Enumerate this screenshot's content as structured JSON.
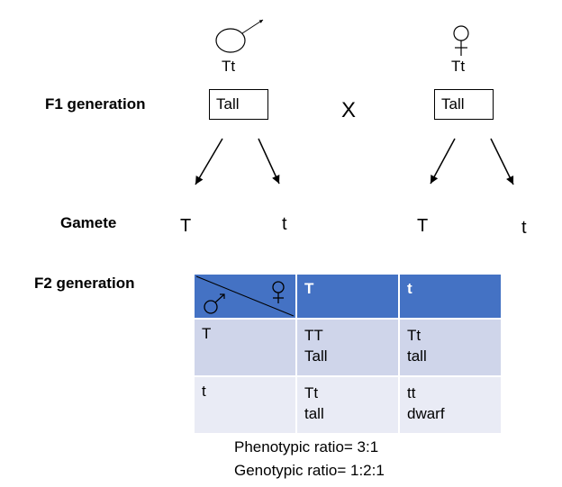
{
  "parents": {
    "male": {
      "genotype": "Tt",
      "phenotype": "Tall"
    },
    "female": {
      "genotype": "Tt",
      "phenotype": "Tall"
    },
    "cross_symbol": "X"
  },
  "labels": {
    "f1": "F1 generation",
    "gamete": "Gamete",
    "f2": "F2 generation"
  },
  "gametes": {
    "male": [
      "T",
      "t"
    ],
    "female": [
      "T",
      "t"
    ]
  },
  "punnett": {
    "header": [
      "T",
      "t"
    ],
    "rows": [
      {
        "gamete": "T",
        "cells": [
          {
            "genotype": "TT",
            "phenotype": "Tall"
          },
          {
            "genotype": "Tt",
            "phenotype": "tall"
          }
        ]
      },
      {
        "gamete": "t",
        "cells": [
          {
            "genotype": "Tt",
            "phenotype": "tall"
          },
          {
            "genotype": "tt",
            "phenotype": "dwarf"
          }
        ]
      }
    ],
    "colors": {
      "header": "#4472c4",
      "row1": "#cfd5ea",
      "row2": "#e9ebf5"
    }
  },
  "ratios": {
    "phenotypic": "Phenotypic ratio= 3:1",
    "genotypic": "Genotypic ratio= 1:2:1"
  }
}
